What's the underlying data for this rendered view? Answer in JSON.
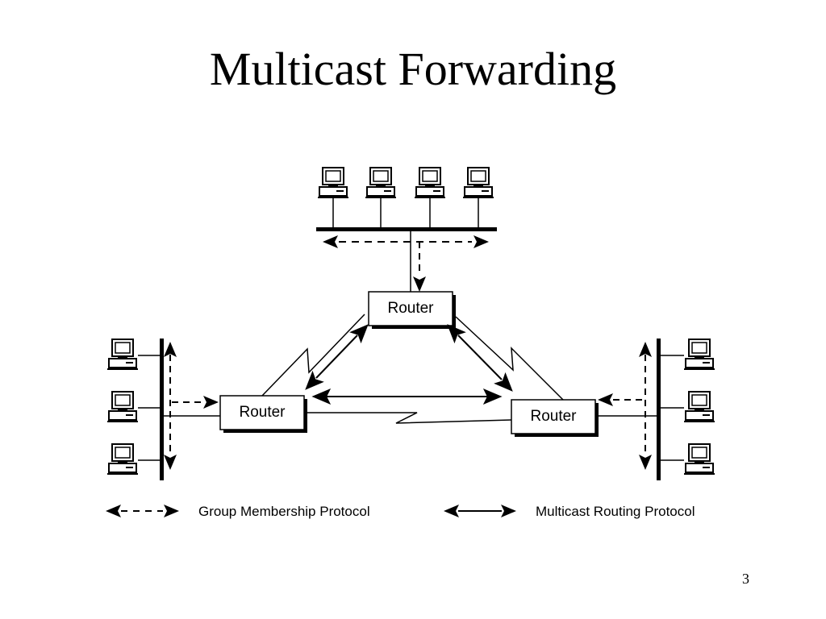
{
  "slide": {
    "title": "Multicast Forwarding",
    "page_number": "3"
  },
  "routers": {
    "top": "Router",
    "left": "Router",
    "right": "Router"
  },
  "legend": {
    "group_membership": "Group Membership Protocol",
    "multicast_routing": "Multicast Routing Protocol"
  },
  "icons": {
    "host": "computer-icon",
    "arrow": "arrowhead-icon"
  },
  "colors": {
    "ink": "#000000",
    "background": "#ffffff"
  }
}
